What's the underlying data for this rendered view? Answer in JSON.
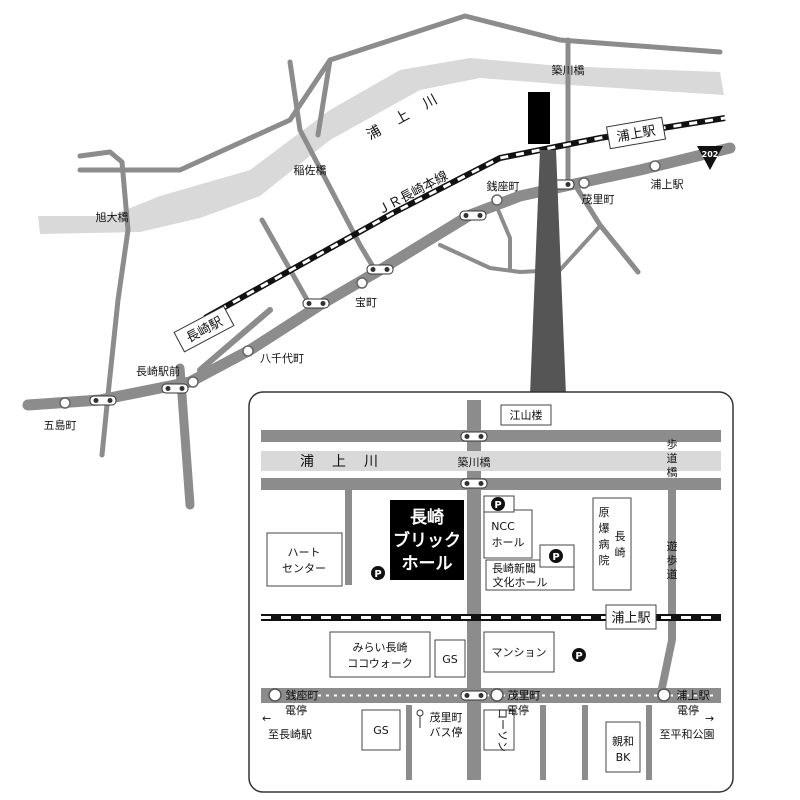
{
  "colors": {
    "road": "#8c8c8c",
    "river": "#d9d9d9",
    "building": "#000000",
    "rail_dark": "#111111",
    "rail_light": "#ffffff",
    "callout": "#555555"
  },
  "overview": {
    "river": "浦　上　川",
    "rail_line": "ＪＲ長崎本線",
    "route_number": "202",
    "labels": {
      "asahi_bridge": "旭大橋",
      "inasa_bridge": "稲佐橋",
      "chikugo_bridge": "築川橋",
      "urakami_station_box": "浦上駅",
      "nagasaki_station_box": "長崎駅",
      "zeniza": "銭座町",
      "moriya": "茂里町",
      "urakami_stop": "浦上駅",
      "takara": "宝町",
      "yachiyo": "八千代町",
      "nagasaki_ekimae": "長崎駅前",
      "goto": "五島町"
    }
  },
  "detail": {
    "river": "浦　上　川",
    "labels": {
      "koshanro": "江山楼",
      "chikugo_bridge": "築川橋",
      "hoko_bridge_1": "歩",
      "hoko_bridge_2": "道",
      "hoko_bridge_3": "橋",
      "yuho_1": "遊",
      "yuho_2": "歩",
      "yuho_3": "道",
      "heart_center_1": "ハート",
      "heart_center_2": "センター",
      "brick_hall_1": "長崎",
      "brick_hall_2": "ブリック",
      "brick_hall_3": "ホール",
      "ncc_1": "NCC",
      "ncc_2": "ホール",
      "shimbun_1": "長崎新聞",
      "shimbun_2": "文化ホール",
      "hospital_col1_1": "原",
      "hospital_col1_2": "爆",
      "hospital_col1_3": "病",
      "hospital_col1_4": "院",
      "hospital_col2_1": "長",
      "hospital_col2_2": "崎",
      "urakami_station_box": "浦上駅",
      "mirai_1": "みらい長崎",
      "mirai_2": "ココウォーク",
      "gs_1": "GS",
      "mansion": "マンション",
      "zeniza_stop": "銭座町",
      "moriya_stop": "茂里町",
      "urakami_stop": "浦上駅",
      "teiryu_1": "電停",
      "teiryu_2": "電停",
      "teiryu_3": "電停",
      "to_nagasaki": "至長崎駅",
      "to_heiwa": "至平和公園",
      "gs_2": "GS",
      "moriya_bus_1": "茂里町",
      "moriya_bus_2": "バス停",
      "lawson": "ローソン",
      "shinwa_1": "親和",
      "shinwa_2": "BK",
      "parking": "P"
    }
  }
}
